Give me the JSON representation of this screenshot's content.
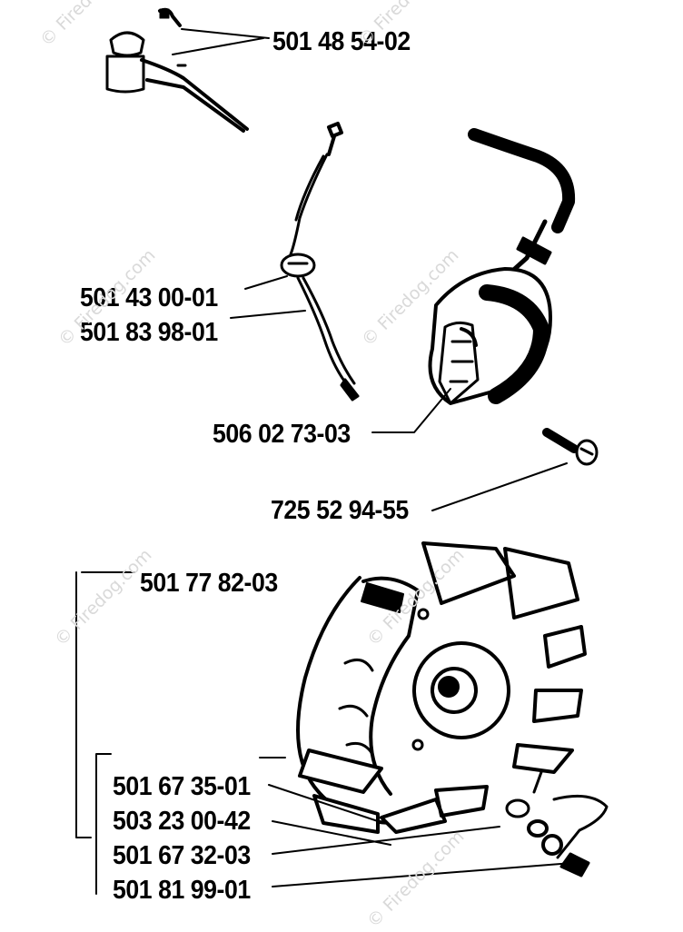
{
  "watermark": "© Firedog.com",
  "part_numbers": {
    "p1": "501 48 54-02",
    "p2": "501 43 00-01",
    "p3": "501 83 98-01",
    "p4": "506 02 73-03",
    "p5": "725 52 94-55",
    "p6": "501 77 82-03",
    "p7": "501 67 35-01",
    "p8": "503 23 00-42",
    "p9": "501 67 32-03",
    "p10": "501 81 99-01"
  },
  "colors": {
    "ink": "#000000",
    "watermark": "#d9d9d9",
    "background": "#ffffff"
  }
}
